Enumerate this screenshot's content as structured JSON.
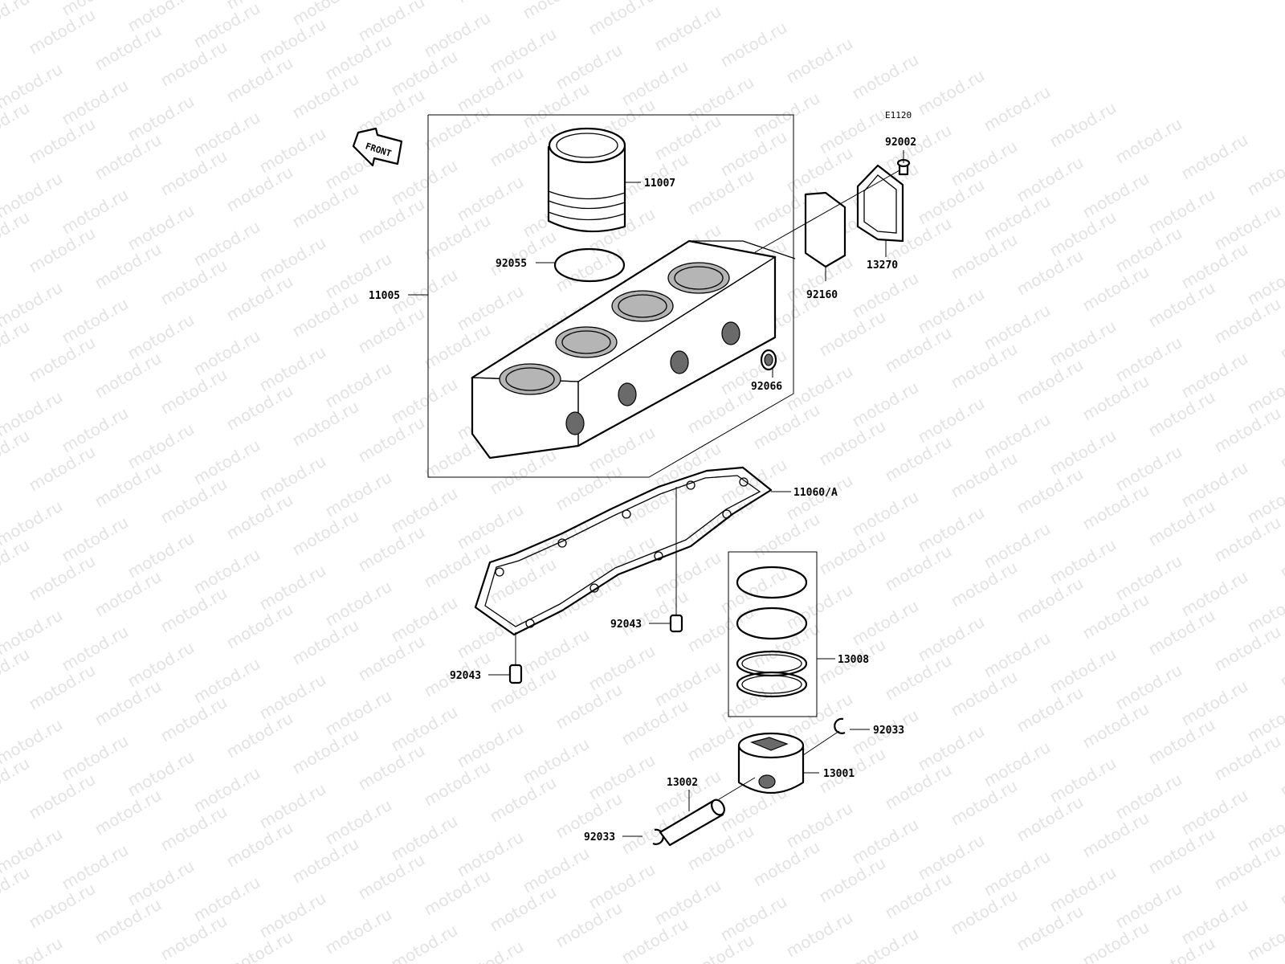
{
  "watermark": {
    "text": "motod.ru"
  },
  "diagram": {
    "code": "E1120",
    "front_label": "FRONT"
  },
  "labels": {
    "p11007": "11007",
    "p92055": "92055",
    "p11005": "11005",
    "p92002": "92002",
    "p13270": "13270",
    "p92160": "92160",
    "p92066": "92066",
    "p11060a": "11060/A",
    "p92043a": "92043",
    "p92043b": "92043",
    "p13008": "13008",
    "p92033a": "92033",
    "p13001": "13001",
    "p13002": "13002",
    "p92033b": "92033"
  },
  "colors": {
    "line": "#000000",
    "watermark": "#e3e3e3",
    "background": "#ffffff"
  }
}
